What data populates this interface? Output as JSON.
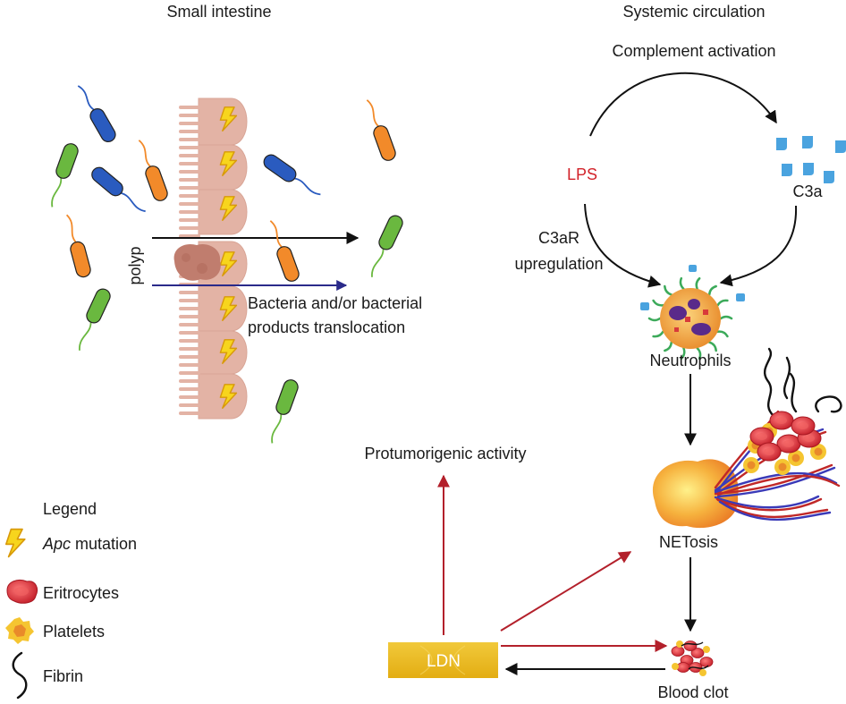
{
  "sections": {
    "left_title": "Small intestine",
    "right_title": "Systemic circulation"
  },
  "labels": {
    "polyp": "polyp",
    "translocation_line1": "Bacteria and/or bacterial",
    "translocation_line2": "products translocation",
    "complement_activation": "Complement activation",
    "lps": "LPS",
    "c3a": "C3a",
    "c3ar_line1": "C3aR",
    "c3ar_line2": "upregulation",
    "neutrophils": "Neutrophils",
    "netosis": "NETosis",
    "protumorigenic": "Protumorigenic activity",
    "ldn": "LDN",
    "blood_clot": "Blood clot"
  },
  "legend": {
    "title": "Legend",
    "apc_gene": "Apc",
    "apc_suffix": " mutation",
    "eritrocytes": "Eritrocytes",
    "platelets": "Platelets",
    "fibrin": "Fibrin"
  },
  "colors": {
    "epithelium": "#e3b3a5",
    "polyp": "#c07d6e",
    "blue_bacteria": "#2a5bbf",
    "orange_bacteria": "#f28a2a",
    "green_bacteria": "#6ab83f",
    "lps_text": "#d2232a",
    "c3a": "#4aa3df",
    "red_arrow": "#b3202b",
    "ldn_bar": "#e9b91c",
    "neutrophil": "#f0a040",
    "eritrocyte": "#d83a3a",
    "platelet": "#f5c531",
    "net_strand_blue": "#3a3ab8",
    "net_strand_red": "#c02828"
  }
}
